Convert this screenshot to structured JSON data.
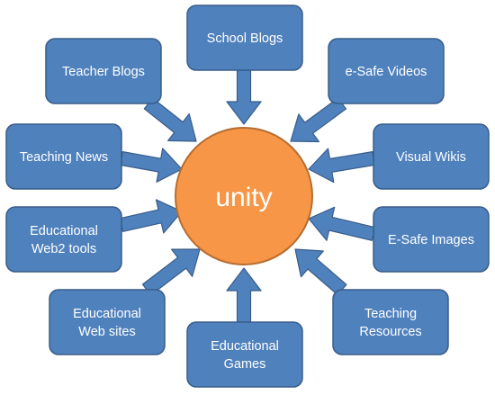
{
  "hub": {
    "label": "unity"
  },
  "nodes": [
    {
      "id": "school-blogs",
      "lines": [
        "School Blogs"
      ]
    },
    {
      "id": "teacher-blogs",
      "lines": [
        "Teacher Blogs"
      ]
    },
    {
      "id": "esafe-videos",
      "lines": [
        "e-Safe Videos"
      ]
    },
    {
      "id": "teaching-news",
      "lines": [
        "Teaching News"
      ]
    },
    {
      "id": "visual-wikis",
      "lines": [
        "Visual Wikis"
      ]
    },
    {
      "id": "educational-web2-tools",
      "lines": [
        "Educational",
        "Web2 tools"
      ]
    },
    {
      "id": "esafe-images",
      "lines": [
        "E-Safe Images"
      ]
    },
    {
      "id": "educational-web-sites",
      "lines": [
        "Educational",
        "Web sites"
      ]
    },
    {
      "id": "teaching-resources",
      "lines": [
        "Teaching",
        "Resources"
      ]
    },
    {
      "id": "educational-games",
      "lines": [
        "Educational",
        "Games"
      ]
    }
  ],
  "colors": {
    "box_fill": "#4F81BD",
    "box_stroke": "#385D8A",
    "arrow_fill": "#4F81BD",
    "arrow_stroke": "#385D8A",
    "hub_fill": "#F79646",
    "hub_stroke": "#B66D31",
    "text": "#FFFFFF"
  }
}
